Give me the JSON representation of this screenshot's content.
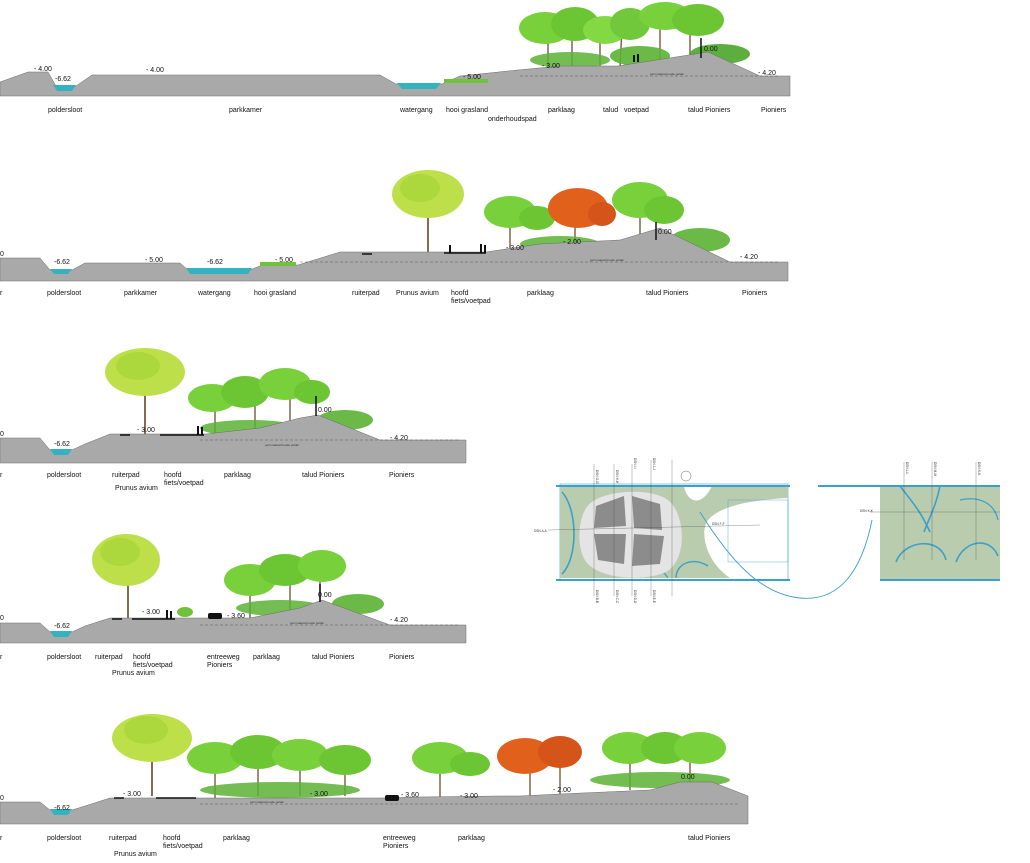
{
  "colors": {
    "ground": "#a9a9aa",
    "ground_edge": "#6c6c6c",
    "water": "#33b3bf",
    "grass": "#6fc23a",
    "tree_green": "#78d13a",
    "tree_dark": "#4aa52a",
    "tree_orange": "#e0601c",
    "tree_yellow": "#bde04a",
    "trunk": "#7a5a3c",
    "plan_fill": "#b9ccae",
    "plan_line": "#3aa0cc",
    "plan_grey": "#8c8c8c",
    "plan_light": "#e4e4e4"
  },
  "sections": [
    {
      "labels": [
        {
          "text": "poldersloot"
        },
        {
          "text": "parkkamer"
        },
        {
          "text": "watergang"
        },
        {
          "text": "hooi grasland"
        },
        {
          "text": "onderhoudspad"
        },
        {
          "text": "parklaag"
        },
        {
          "text": "talud"
        },
        {
          "text": "voetpad"
        },
        {
          "text": "talud Pioniers"
        },
        {
          "text": "Pioniers"
        }
      ],
      "elevations": [
        {
          "text": "- 4.00"
        },
        {
          "text": "-6.62"
        },
        {
          "text": "- 4.00"
        },
        {
          "text": "- 5.00"
        },
        {
          "text": "- 3.00"
        },
        {
          "text": "0.00"
        },
        {
          "text": "- 4.20"
        }
      ],
      "note": "peil maaiveld oude polder"
    },
    {
      "labels": [
        {
          "text": "r"
        },
        {
          "text": "poldersloot"
        },
        {
          "text": "parkkamer"
        },
        {
          "text": "watergang"
        },
        {
          "text": "hooi grasland"
        },
        {
          "text": "ruiterpad"
        },
        {
          "text": "Prunus avium"
        },
        {
          "text": "hoofd"
        },
        {
          "text": "fiets/voetpad"
        },
        {
          "text": "parklaag"
        },
        {
          "text": "talud Pioniers"
        },
        {
          "text": "Pioniers"
        }
      ],
      "elevations": [
        {
          "text": "0"
        },
        {
          "text": "-6.62"
        },
        {
          "text": "- 5.00"
        },
        {
          "text": "-6.62"
        },
        {
          "text": "- 5.00"
        },
        {
          "text": "- 3.00"
        },
        {
          "text": "- 2.00"
        },
        {
          "text": "0.00"
        },
        {
          "text": "- 4.20"
        }
      ],
      "note": "peil maaiveld oude polder"
    },
    {
      "labels": [
        {
          "text": "r"
        },
        {
          "text": "poldersloot"
        },
        {
          "text": "ruiterpad"
        },
        {
          "text": "Prunus avium"
        },
        {
          "text": "hoofd"
        },
        {
          "text": "fiets/voetpad"
        },
        {
          "text": "parklaag"
        },
        {
          "text": "talud Pioniers"
        },
        {
          "text": "Pioniers"
        }
      ],
      "elevations": [
        {
          "text": "0"
        },
        {
          "text": "-6.62"
        },
        {
          "text": "- 3.00"
        },
        {
          "text": "0.00"
        },
        {
          "text": "- 4.20"
        }
      ],
      "note": "peil maaiveld oude polder"
    },
    {
      "labels": [
        {
          "text": "r"
        },
        {
          "text": "poldersloot"
        },
        {
          "text": "ruiterpad"
        },
        {
          "text": "Prunus avium"
        },
        {
          "text": "hoofd"
        },
        {
          "text": "fiets/voetpad"
        },
        {
          "text": "entreeweg"
        },
        {
          "text": "Pioniers"
        },
        {
          "text": "parklaag"
        },
        {
          "text": "talud Pioniers"
        },
        {
          "text": "Pioniers"
        }
      ],
      "elevations": [
        {
          "text": "0"
        },
        {
          "text": "-6.62"
        },
        {
          "text": "- 3.00"
        },
        {
          "text": "- 3.60"
        },
        {
          "text": "0.00"
        },
        {
          "text": "- 4.20"
        }
      ],
      "note": "peil maaiveld oude polder"
    },
    {
      "labels": [
        {
          "text": "r"
        },
        {
          "text": "poldersloot"
        },
        {
          "text": "ruiterpad"
        },
        {
          "text": "Prunus avium"
        },
        {
          "text": "hoofd"
        },
        {
          "text": "fiets/voetpad"
        },
        {
          "text": "parklaag"
        },
        {
          "text": "entreeweg"
        },
        {
          "text": "Pioniers"
        },
        {
          "text": "parklaag"
        },
        {
          "text": "talud Pioniers"
        }
      ],
      "elevations": [
        {
          "text": "0"
        },
        {
          "text": "-6.62"
        },
        {
          "text": "- 3.00"
        },
        {
          "text": "- 3.00"
        },
        {
          "text": "- 3.60"
        },
        {
          "text": "- 3.00"
        },
        {
          "text": "- 2.00"
        },
        {
          "text": "0.00"
        }
      ],
      "note": "peil maaiveld oude polder"
    }
  ],
  "plan": {
    "section_markers": [
      {
        "text": "DSN G-G"
      },
      {
        "text": "DSN H-H"
      },
      {
        "text": "DSN I-I"
      },
      {
        "text": "DSN J-J"
      },
      {
        "text": "DSN A-A"
      },
      {
        "text": "DSN F-F"
      },
      {
        "text": "DSN B-B"
      },
      {
        "text": "DSN C-C"
      },
      {
        "text": "DSN D-D"
      },
      {
        "text": "DSN E-E"
      },
      {
        "text": "DSN L-L"
      },
      {
        "text": "DSN M-M"
      },
      {
        "text": "DSN N-N"
      },
      {
        "text": "DSN K-K"
      }
    ]
  }
}
